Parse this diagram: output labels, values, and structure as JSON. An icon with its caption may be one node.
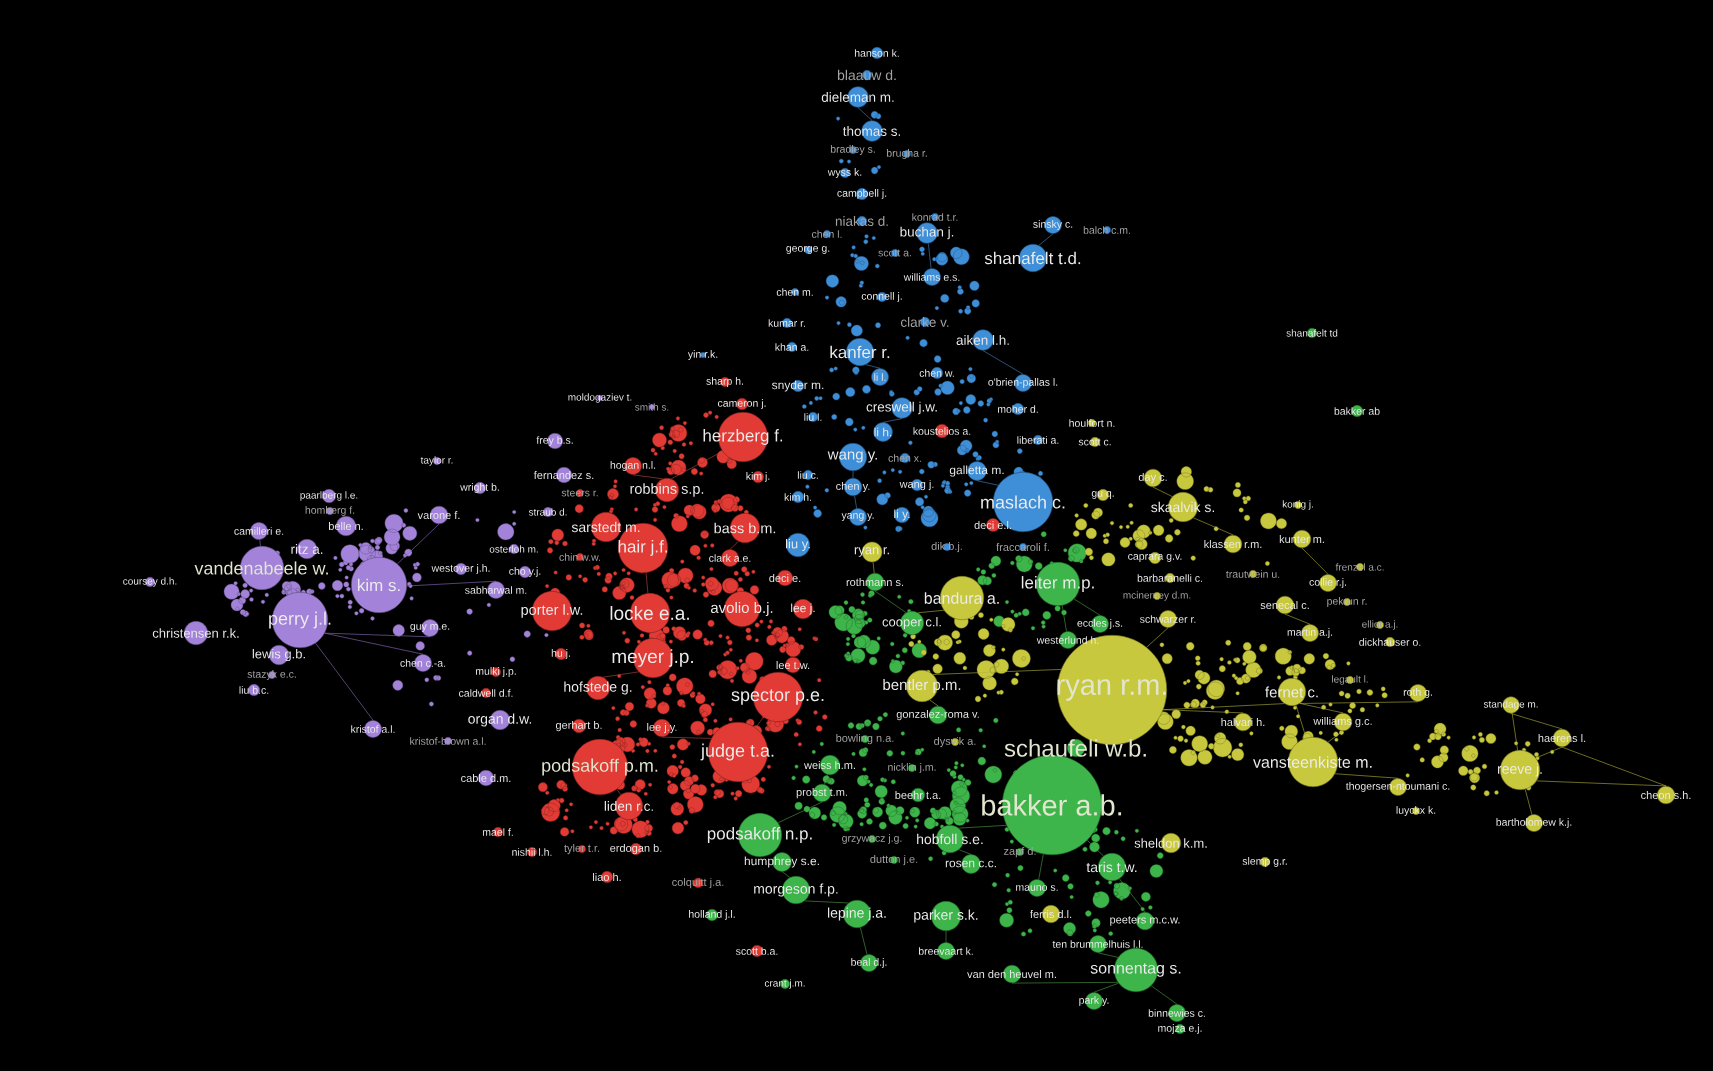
{
  "diagram": {
    "nodes": [
      {
        "text": [
          "hanson k."
        ]
      },
      {
        "text": [
          "blaauw d."
        ]
      },
      {
        "text": [
          "dieleman m."
        ]
      },
      {
        "text": [
          "thomas s."
        ]
      },
      {
        "text": [
          "bradley s."
        ]
      },
      {
        "text": [
          "brugha r."
        ]
      },
      {
        "text": [
          "wyss k."
        ]
      },
      {
        "text": [
          "campbell j."
        ]
      },
      {
        "text": [
          "konrad t.r."
        ]
      },
      {
        "text": [
          "niakas d."
        ]
      },
      {
        "text": [
          "sinsky c."
        ]
      },
      {
        "text": [
          "balch c.m."
        ]
      },
      {
        "text": [
          "buchan j."
        ]
      },
      {
        "text": [
          "chen l."
        ]
      },
      {
        "text": [
          "george g."
        ]
      },
      {
        "text": [
          "scott a."
        ]
      },
      {
        "text": [
          "shanafelt t.d."
        ]
      },
      {
        "text": [
          "williams e.s."
        ]
      },
      {
        "text": [
          "chen m."
        ]
      },
      {
        "text": [
          "connell j."
        ]
      },
      {
        "text": [
          "clarke v."
        ]
      },
      {
        "text": [
          "kumar r."
        ]
      },
      {
        "text": [
          "shanafelt td"
        ]
      },
      {
        "text": [
          "aiken l.h."
        ]
      },
      {
        "text": [
          "khan a."
        ]
      },
      {
        "text": [
          "kanfer r."
        ]
      },
      {
        "text": [
          "yin r.k."
        ]
      },
      {
        "text": [
          "chen w."
        ]
      },
      {
        "text": [
          "li l."
        ]
      },
      {
        "text": [
          "sharp h."
        ]
      },
      {
        "text": [
          "o'brien-pallas l."
        ]
      },
      {
        "text": [
          "snyder m."
        ]
      },
      {
        "text": [
          "moldogaziev t."
        ]
      },
      {
        "text": [
          "smith s."
        ]
      },
      {
        "text": [
          "cameron j."
        ]
      },
      {
        "text": [
          "creswell j.w."
        ]
      },
      {
        "text": [
          "moher d."
        ]
      },
      {
        "text": [
          "bakker ab"
        ]
      },
      {
        "text": [
          "liu l."
        ]
      },
      {
        "text": [
          "houlfort n."
        ]
      },
      {
        "text": [
          "koustelios a."
        ]
      },
      {
        "text": [
          "li h."
        ]
      },
      {
        "text": [
          "herzberg f."
        ]
      },
      {
        "text": [
          "liberati a."
        ]
      },
      {
        "text": [
          "frey b.s."
        ]
      },
      {
        "text": [
          "scott c."
        ]
      },
      {
        "text": [
          "wang y."
        ]
      },
      {
        "text": [
          "chen x."
        ]
      },
      {
        "text": [
          "taylor r."
        ]
      },
      {
        "text": [
          "hogan n.l."
        ]
      },
      {
        "text": [
          "galletta m."
        ]
      },
      {
        "text": [
          "kim j."
        ]
      },
      {
        "text": [
          "liu c."
        ]
      },
      {
        "text": [
          "fernandez s."
        ]
      },
      {
        "text": [
          "day c."
        ]
      },
      {
        "text": [
          "wang j."
        ]
      },
      {
        "text": [
          "chen y."
        ]
      },
      {
        "text": [
          "wright b."
        ]
      },
      {
        "text": [
          "robbins s.p."
        ]
      },
      {
        "text": [
          "steers r."
        ]
      },
      {
        "text": [
          "gu q."
        ]
      },
      {
        "text": [
          "paarlberg l.e."
        ]
      },
      {
        "text": [
          "kim h."
        ]
      },
      {
        "text": [
          "maslach c."
        ]
      },
      {
        "text": [
          "konig j."
        ]
      },
      {
        "text": [
          "skaalvik s."
        ]
      },
      {
        "text": [
          "homberg f."
        ]
      },
      {
        "text": [
          "varone f."
        ]
      },
      {
        "text": [
          "straub d."
        ]
      },
      {
        "text": [
          "yang y."
        ]
      },
      {
        "text": [
          "li y."
        ]
      },
      {
        "text": [
          "sarstedt m."
        ]
      },
      {
        "text": [
          "belle n."
        ]
      },
      {
        "text": [
          "deci e.l."
        ]
      },
      {
        "text": [
          "bass b.m."
        ]
      },
      {
        "text": [
          "camilleri e."
        ]
      },
      {
        "text": [
          "kunter m."
        ]
      },
      {
        "text": [
          "klassen r.m."
        ]
      },
      {
        "text": [
          "dik b.j."
        ]
      },
      {
        "text": [
          "fraccaroli f."
        ]
      },
      {
        "text": [
          "ritz a."
        ]
      },
      {
        "text": [
          "hair j.f."
        ]
      },
      {
        "text": [
          "osterloh m."
        ]
      },
      {
        "text": [
          "liu y."
        ]
      },
      {
        "text": [
          "ryan r."
        ]
      },
      {
        "text": [
          "chin w.w."
        ]
      },
      {
        "text": [
          "clark a.e."
        ]
      },
      {
        "text": [
          "caprara g.v."
        ]
      },
      {
        "text": [
          "frenzel a.c."
        ]
      },
      {
        "text": [
          "westover j.h."
        ]
      },
      {
        "text": [
          "cho y.j."
        ]
      },
      {
        "text": [
          "trautwein u."
        ]
      },
      {
        "text": [
          "vandenabeele w."
        ]
      },
      {
        "text": [
          "barbaranelli c."
        ]
      },
      {
        "text": [
          "deci e."
        ]
      },
      {
        "text": [
          "coursey d.h."
        ]
      },
      {
        "text": [
          "rothmann s."
        ]
      },
      {
        "text": [
          "collie r.j."
        ]
      },
      {
        "text": [
          "leiter m.p."
        ]
      },
      {
        "text": [
          "kim s."
        ]
      },
      {
        "text": [
          "sabharwal m."
        ]
      },
      {
        "text": [
          "mcinerney d.m."
        ]
      },
      {
        "text": [
          "bandura a."
        ]
      },
      {
        "text": [
          "pekrun r."
        ]
      },
      {
        "text": [
          "senecal c."
        ]
      },
      {
        "text": [
          "avolio b.j."
        ]
      },
      {
        "text": [
          "lee j."
        ]
      },
      {
        "text": [
          "porter l.w."
        ]
      },
      {
        "text": [
          "perry j.l."
        ]
      },
      {
        "text": [
          "locke e.a."
        ]
      },
      {
        "text": [
          "schwarzer r."
        ]
      },
      {
        "text": [
          "cooper c.l."
        ]
      },
      {
        "text": [
          "elliot a.j."
        ]
      },
      {
        "text": [
          "eccles j.s."
        ]
      },
      {
        "text": [
          "guy m.e."
        ]
      },
      {
        "text": [
          "christensen r.k."
        ]
      },
      {
        "text": [
          "martin a.j."
        ]
      },
      {
        "text": [
          "dickhauser o."
        ]
      },
      {
        "text": [
          "lewis g.b."
        ]
      },
      {
        "text": [
          "westerlund h."
        ]
      },
      {
        "text": [
          "hu j."
        ]
      },
      {
        "text": [
          "meyer j.p."
        ]
      },
      {
        "text": [
          "chen c.-a."
        ]
      },
      {
        "text": [
          "lee t.w."
        ]
      },
      {
        "text": [
          "stazyk e.c."
        ]
      },
      {
        "text": [
          "mulki j.p."
        ]
      },
      {
        "text": [
          "legault l."
        ]
      },
      {
        "text": [
          "bentler p.m."
        ]
      },
      {
        "text": [
          "hofstede g."
        ]
      },
      {
        "text": [
          "liu b.c."
        ]
      },
      {
        "text": [
          "fernet c."
        ]
      },
      {
        "text": [
          "roth g."
        ]
      },
      {
        "text": [
          "caldwell d.f."
        ]
      },
      {
        "text": [
          "spector p.e."
        ]
      },
      {
        "text": [
          "ryan r.m."
        ]
      },
      {
        "text": [
          "standage m."
        ]
      },
      {
        "text": [
          "gonzalez-roma v."
        ]
      },
      {
        "text": [
          "organ d.w."
        ]
      },
      {
        "text": [
          "halvari h."
        ]
      },
      {
        "text": [
          "williams g.c."
        ]
      },
      {
        "text": [
          "gerhart b."
        ]
      },
      {
        "text": [
          "lee j.y."
        ]
      },
      {
        "text": [
          "kristof a.l."
        ]
      },
      {
        "text": [
          "haerens l."
        ]
      },
      {
        "text": [
          "kristof-brown a.l."
        ]
      },
      {
        "text": [
          "bowling n.a."
        ]
      },
      {
        "text": [
          "dysvik a."
        ]
      },
      {
        "text": [
          "schaufeli w.b."
        ]
      },
      {
        "text": [
          "judge t.a."
        ]
      },
      {
        "text": [
          "vansteenkiste m."
        ]
      },
      {
        "text": [
          "weiss h.m."
        ]
      },
      {
        "text": [
          "podsakoff p.m."
        ]
      },
      {
        "text": [
          "nicklin j.m."
        ]
      },
      {
        "text": [
          "cable d.m."
        ]
      },
      {
        "text": [
          "reeve j."
        ]
      },
      {
        "text": [
          "thogersen-ntoumani c."
        ]
      },
      {
        "text": [
          "probst t.m."
        ]
      },
      {
        "text": [
          "bakker a.b."
        ]
      },
      {
        "text": [
          "beehr t.a."
        ]
      },
      {
        "text": [
          "cheon s.h."
        ]
      },
      {
        "text": [
          "liden r.c."
        ]
      },
      {
        "text": [
          "luyckx k."
        ]
      },
      {
        "text": [
          "bartholomew k.j."
        ]
      },
      {
        "text": [
          "zapf d."
        ]
      },
      {
        "text": [
          "mael f."
        ]
      },
      {
        "text": [
          "podsakoff n.p."
        ]
      },
      {
        "text": [
          "grzywacz j.g."
        ]
      },
      {
        "text": [
          "hobfoll s.e."
        ]
      },
      {
        "text": [
          "sheldon k.m."
        ]
      },
      {
        "text": [
          "tyler t.r."
        ]
      },
      {
        "text": [
          "erdogan b."
        ]
      },
      {
        "text": [
          "nishii l.h."
        ]
      },
      {
        "text": [
          "humphrey s.e."
        ]
      },
      {
        "text": [
          "dutton j.e."
        ]
      },
      {
        "text": [
          "slemp g.r."
        ]
      },
      {
        "text": [
          "rosen c.c."
        ]
      },
      {
        "text": [
          "taris t.w."
        ]
      },
      {
        "text": [
          "liao h."
        ]
      },
      {
        "text": [
          "colquitt j.a."
        ]
      },
      {
        "text": [
          "mauno s."
        ]
      },
      {
        "text": [
          "morgeson f.p."
        ]
      },
      {
        "text": [
          "holland j.l."
        ]
      },
      {
        "text": [
          "lepine j.a."
        ]
      },
      {
        "text": [
          "parker s.k."
        ]
      },
      {
        "text": [
          "ferris d.l."
        ]
      },
      {
        "text": [
          "peeters m.c.w."
        ]
      },
      {
        "text": [
          "ten brummelhuis l.l."
        ]
      },
      {
        "text": [
          "scott b.a."
        ]
      },
      {
        "text": [
          "breevaart k."
        ]
      },
      {
        "text": [
          "beal d.j."
        ]
      },
      {
        "text": [
          "sonnentag s."
        ]
      },
      {
        "text": [
          "van den heuvel m."
        ]
      },
      {
        "text": [
          "crant j.m."
        ]
      },
      {
        "text": [
          "park y."
        ]
      },
      {
        "text": [
          "binnewies c."
        ]
      },
      {
        "text": [
          "mojza e.j."
        ]
      }
    ],
    "edges": [
      {
        "from": 134,
        "to": 127,
        "arrow": "none"
      },
      {
        "from": 134,
        "to": 130,
        "arrow": "none"
      },
      {
        "from": 134,
        "to": 110,
        "arrow": "none"
      },
      {
        "from": 134,
        "to": 138,
        "arrow": "none"
      },
      {
        "from": 154,
        "to": 159,
        "arrow": "none"
      },
      {
        "from": 143,
        "to": 159,
        "arrow": "none"
      },
      {
        "from": 135,
        "to": 143,
        "arrow": "none"
      },
      {
        "from": 149,
        "to": 155,
        "arrow": "none"
      },
      {
        "from": 149,
        "to": 139,
        "arrow": "none"
      },
      {
        "from": 130,
        "to": 139,
        "arrow": "none"
      },
      {
        "from": 130,
        "to": 131,
        "arrow": "none"
      },
      {
        "from": 65,
        "to": 77,
        "arrow": "none"
      },
      {
        "from": 54,
        "to": 65,
        "arrow": "none"
      },
      {
        "from": 104,
        "to": 116,
        "arrow": "none"
      },
      {
        "from": 97,
        "to": 76,
        "arrow": "none"
      },
      {
        "from": 127,
        "to": 136,
        "arrow": "none"
      },
      {
        "from": 154,
        "to": 162,
        "arrow": "none"
      },
      {
        "from": 154,
        "to": 135,
        "arrow": "none"
      },
      {
        "from": 143,
        "to": 154,
        "arrow": "none"
      },
      {
        "from": 130,
        "to": 149,
        "arrow": "none"
      },
      {
        "from": 111,
        "to": 102,
        "arrow": "none"
      },
      {
        "from": 96,
        "to": 84,
        "arrow": "none"
      },
      {
        "from": 92,
        "to": 75,
        "arrow": "none",
        "color": "#8e6fc1"
      },
      {
        "from": 108,
        "to": 142,
        "arrow": "none",
        "color": "#8e6fc1"
      },
      {
        "from": 108,
        "to": 122,
        "arrow": "none",
        "color": "#8e6fc1"
      },
      {
        "from": 108,
        "to": 114,
        "arrow": "none",
        "color": "#8e6fc1"
      },
      {
        "from": 99,
        "to": 67,
        "arrow": "none",
        "color": "#8e6fc1"
      },
      {
        "from": 99,
        "to": 100,
        "arrow": "none",
        "color": "#8e6fc1"
      },
      {
        "from": 157,
        "to": 176,
        "arrow": "none",
        "color": "#4f9e45"
      },
      {
        "from": 157,
        "to": 179,
        "arrow": "none",
        "color": "#4f9e45"
      },
      {
        "from": 157,
        "to": 167,
        "arrow": "none",
        "color": "#4f9e45"
      },
      {
        "from": 190,
        "to": 194,
        "arrow": "none",
        "color": "#4f9e45"
      },
      {
        "from": 190,
        "to": 186,
        "arrow": "none",
        "color": "#4f9e45"
      },
      {
        "from": 190,
        "to": 193,
        "arrow": "none",
        "color": "#4f9e45"
      },
      {
        "from": 183,
        "to": 188,
        "arrow": "none",
        "color": "#4f9e45"
      },
      {
        "from": 182,
        "to": 189,
        "arrow": "none",
        "color": "#4f9e45"
      },
      {
        "from": 180,
        "to": 172,
        "arrow": "none",
        "color": "#4f9e45"
      },
      {
        "from": 165,
        "to": 156,
        "arrow": "none",
        "color": "#4f9e45"
      },
      {
        "from": 150,
        "to": 156,
        "arrow": "none",
        "color": "#4f9e45"
      },
      {
        "from": 98,
        "to": 113,
        "arrow": "none",
        "color": "#4f9e45"
      },
      {
        "from": 111,
        "to": 96,
        "arrow": "none",
        "color": "#4f9e45"
      },
      {
        "from": 98,
        "to": 119,
        "arrow": "none",
        "color": "#4f9e45"
      },
      {
        "from": 175,
        "to": 167,
        "arrow": "none",
        "color": "#4f9e45"
      },
      {
        "from": 176,
        "to": 185,
        "arrow": "none",
        "color": "#4f9e45"
      },
      {
        "from": 190,
        "to": 191,
        "arrow": "none",
        "color": "#4f9e45"
      },
      {
        "from": 182,
        "to": 180,
        "arrow": "none",
        "color": "#4f9e45"
      },
      {
        "from": 25,
        "to": 28,
        "arrow": "none",
        "color": "#4a88c0"
      },
      {
        "from": 46,
        "to": 56,
        "arrow": "none",
        "color": "#4a88c0"
      },
      {
        "from": 63,
        "to": 50,
        "arrow": "none",
        "color": "#4a88c0"
      },
      {
        "from": 16,
        "to": 10,
        "arrow": "none",
        "color": "#4a88c0"
      },
      {
        "from": 56,
        "to": 69,
        "arrow": "none",
        "color": "#4a88c0"
      },
      {
        "from": 35,
        "to": 41,
        "arrow": "none",
        "color": "#4a88c0"
      },
      {
        "from": 23,
        "to": 30,
        "arrow": "none",
        "color": "#4a88c0"
      },
      {
        "from": 2,
        "to": 3,
        "arrow": "none",
        "color": "#4a88c0"
      },
      {
        "from": 17,
        "to": 12,
        "arrow": "none",
        "color": "#4a88c0"
      },
      {
        "from": 81,
        "to": 109,
        "arrow": "none",
        "color": "#b84a40"
      },
      {
        "from": 109,
        "to": 121,
        "arrow": "none",
        "color": "#b84a40"
      },
      {
        "from": 42,
        "to": 58,
        "arrow": "none",
        "color": "#b84a40"
      },
      {
        "from": 133,
        "to": 148,
        "arrow": "none",
        "color": "#b84a40"
      },
      {
        "from": 151,
        "to": 160,
        "arrow": "none",
        "color": "#b84a40"
      },
      {
        "from": 74,
        "to": 86,
        "arrow": "none",
        "color": "#b84a40"
      },
      {
        "from": 121,
        "to": 128,
        "arrow": "none",
        "color": "#b84a40"
      },
      {
        "from": 148,
        "to": 141,
        "arrow": "none",
        "color": "#b84a40"
      },
      {
        "from": 58,
        "to": 49,
        "arrow": "none",
        "color": "#b84a40"
      }
    ]
  }
}
